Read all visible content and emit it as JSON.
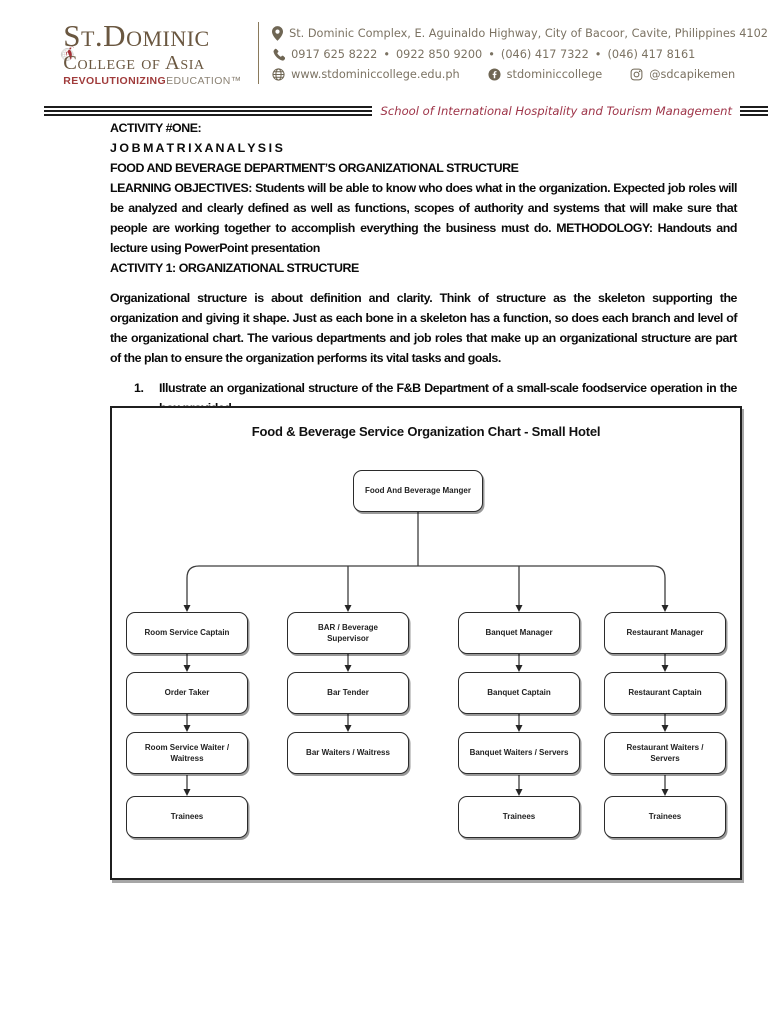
{
  "header": {
    "logo": {
      "name": "St.Dominic",
      "subname": "College of Asia",
      "tagline_red": "REVOLUTIONIZING",
      "tagline_gray": "EDUCATION™"
    },
    "contact": {
      "address": "St. Dominic Complex, E. Aguinaldo Highway, City of Bacoor, Cavite, Philippines 4102",
      "phone1": "0917 625 8222",
      "phone2": "0922 850 9200",
      "phone3": "(046) 417 7322",
      "phone4": "(046) 417 8161",
      "separator": "•",
      "website": "www.stdominiccollege.edu.ph",
      "facebook": "stdominiccollege",
      "instagram": "@sdcapikemen"
    },
    "department": "School of International Hospitality and Tourism Management"
  },
  "document": {
    "activity_heading": "ACTIVITY #ONE:",
    "job_matrix_heading": "J O B M A T R I X A N A L Y S I S",
    "structure_heading": "FOOD AND BEVERAGE DEPARTMENT’S ORGANIZATIONAL STRUCTURE",
    "objectives_paragraph": "LEARNING OBJECTIVES: Students will be able to know who does what in the organization. Expected job roles will be analyzed and clearly defined as well as functions, scopes of authority and systems that will make sure that people are working together to accomplish everything the business must do. METHODOLOGY: Handouts and lecture using PowerPoint presentation",
    "activity1_heading": "ACTIVITY 1: ORGANIZATIONAL STRUCTURE",
    "intro_paragraph": "Organizational structure is about definition and clarity. Think of structure as the skeleton supporting the organization and giving it shape. Just as each bone in a skeleton has a function, so does each branch and level of the organizational chart. The various departments and job roles that make up an organizational structure are part of the plan to ensure the organization performs its vital tasks and goals.",
    "item1_number": "1.",
    "item1_text": "Illustrate an organizational structure of the F&B Department of a small-scale foodservice operation in the box provided."
  },
  "org_chart": {
    "title": "Food & Beverage Service Organization Chart - Small Hotel",
    "root": "Food And Beverage Manger",
    "columns": [
      {
        "name": "room-service",
        "nodes": [
          "Room Service Captain",
          "Order Taker",
          "Room Service Waiter / Waitress",
          "Trainees"
        ]
      },
      {
        "name": "bar",
        "nodes": [
          "BAR / Beverage Supervisor",
          "Bar Tender",
          "Bar Waiters / Waitress"
        ]
      },
      {
        "name": "banquet",
        "nodes": [
          "Banquet Manager",
          "Banquet Captain",
          "Banquet Waiters / Servers",
          "Trainees"
        ]
      },
      {
        "name": "restaurant",
        "nodes": [
          "Restaurant Manager",
          "Restaurant Captain",
          "Restaurant Waiters / Servers",
          "Trainees"
        ]
      }
    ]
  },
  "colors": {
    "brand_brown": "#6a5740",
    "brand_red": "#a03b3b",
    "contact_gray": "#7b7262",
    "dept_red": "#9e3448",
    "line_black": "#1c1c1c"
  }
}
